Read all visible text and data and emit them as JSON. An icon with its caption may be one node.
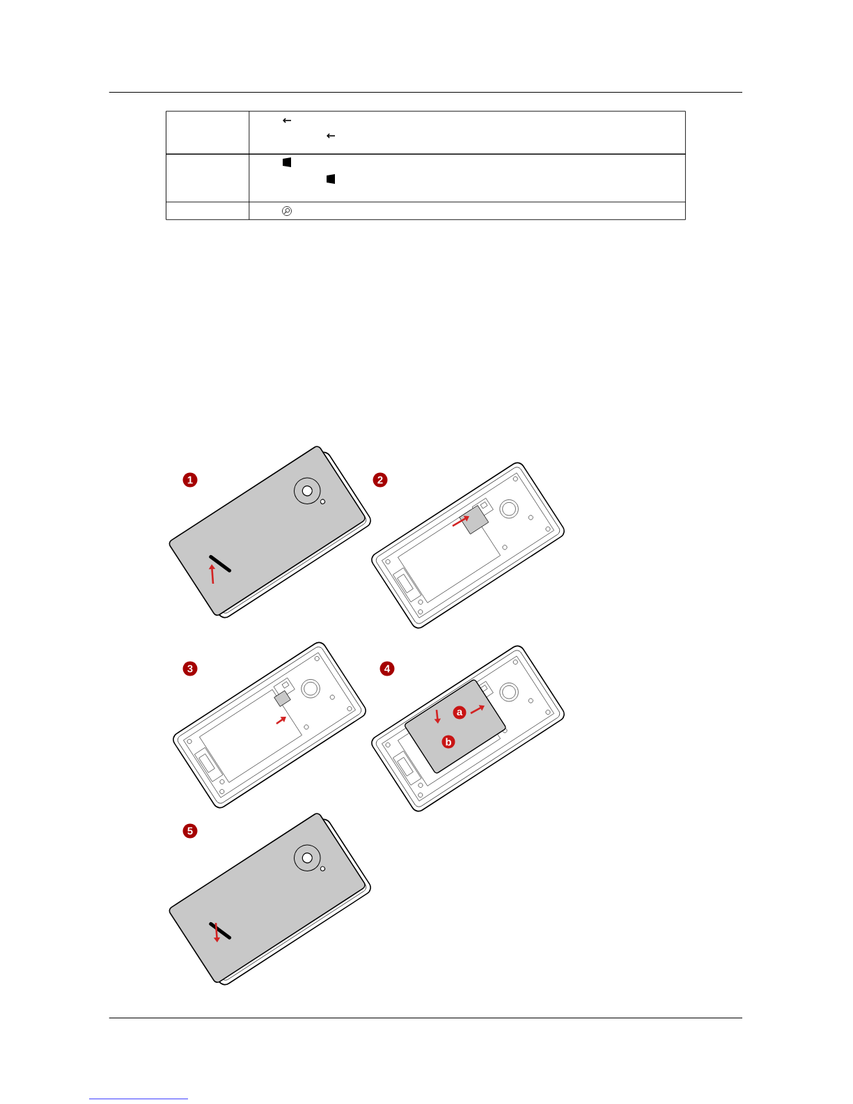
{
  "diagram": {
    "labels": [
      "1",
      "2",
      "3",
      "4",
      "5",
      "a",
      "b"
    ]
  }
}
